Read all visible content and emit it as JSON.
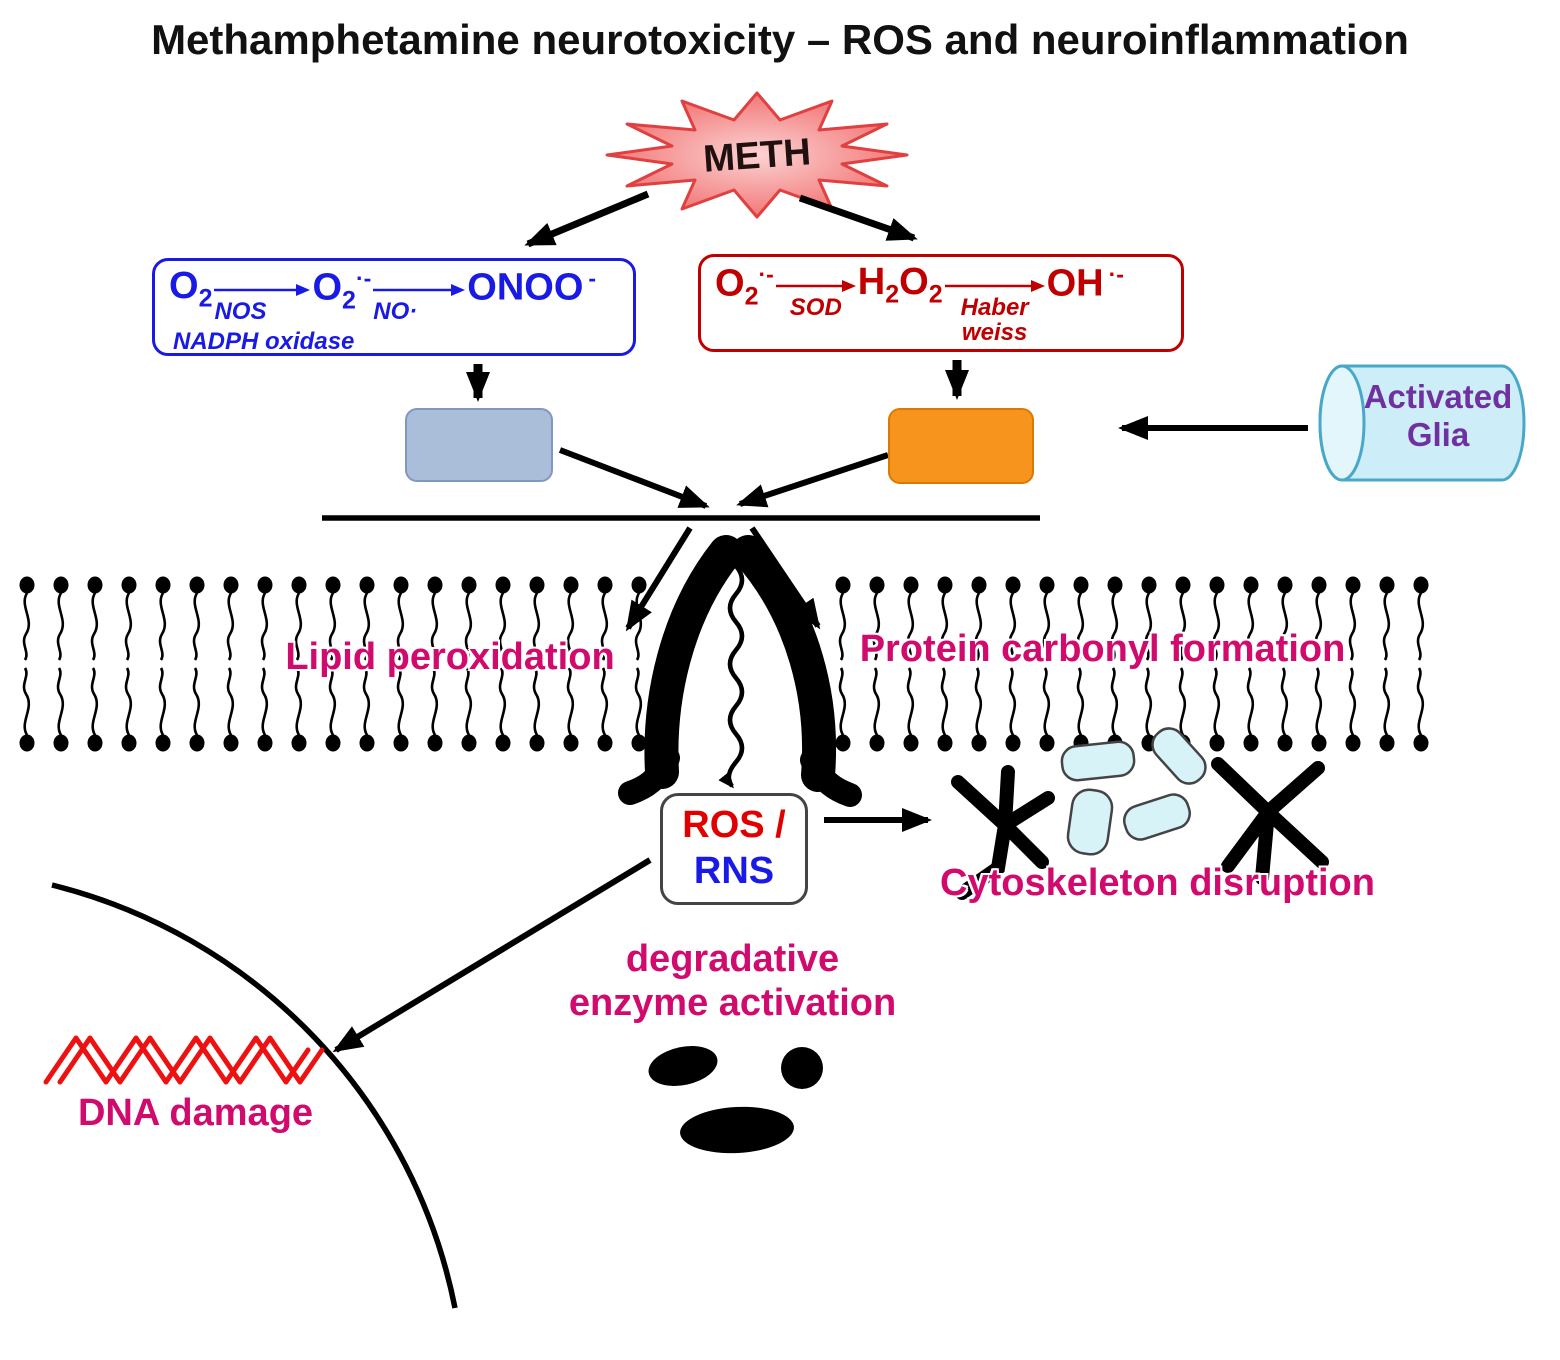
{
  "title": "Methamphetamine neurotoxicity – ROS and neuroinflammation",
  "meth_label": "METH",
  "nos_box": {
    "o2_main": "O",
    "o2_sub": "2",
    "nos_label": "NOS",
    "superoxide_main": "O",
    "superoxide_sub": "2",
    "superoxide_sup": "·-",
    "no_label": "NO·",
    "onoo_main": "ONOO",
    "onoo_sup": "-",
    "nadph_label": "NADPH oxidase"
  },
  "sod_box": {
    "superoxide_main": "O",
    "superoxide_sub": "2",
    "superoxide_sup": "·-",
    "sod_label": "SOD",
    "h_main": "H",
    "h_sub": "2",
    "o_main": "O",
    "o_sub": "2",
    "haber_line1": "Haber",
    "haber_line2": "weiss",
    "oh_main": "OH",
    "oh_sup": "·-"
  },
  "activated_glia_label": "Activated Glia",
  "membrane_labels": {
    "lipid": "Lipid peroxidation",
    "protein": "Protein carbonyl formation"
  },
  "ros_rns_box": {
    "line1": "ROS /",
    "line2": "RNS"
  },
  "cytoskeleton_label": "Cytoskeleton disruption",
  "degradative_label": {
    "line1": "degradative",
    "line2": "enzyme activation"
  },
  "dna_label": "DNA damage",
  "colors": {
    "magenta_label": "#d10a6e",
    "pathway_blue": "#1a1ae6",
    "pathway_red": "#c00000",
    "glia_purple": "#7030a0",
    "product_blue_gray": "#aabdd9",
    "product_orange": "#f7941d",
    "meth_fill": "#f58a8a",
    "glia_cyan": "#cdeef8",
    "dna_red": "#ee1111"
  }
}
